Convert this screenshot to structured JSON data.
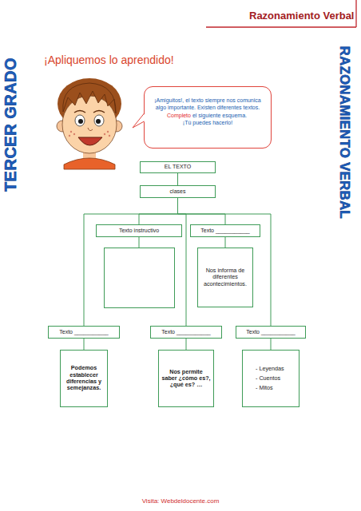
{
  "diagram": {
    "title": "¡Apliquemos lo aprendido!",
    "nodes": [
      {
        "text": [
          "¡Amiguitos!, el texto siempre nos comunica algo importante. Existen diferentes textos.",
          "Completo",
          "el siguiente esquema.",
          "¡Tú puedes hacerlo!"
        ]
      },
      {
        "text": [
          "EL TEXTO"
        ]
      },
      {
        "text": [
          "clases"
        ]
      },
      {
        "text": [
          "Texto instructivo"
        ]
      },
      {
        "text": [
          "Texto ___________"
        ]
      },
      {
        "text": [
          "Nos informa de diferentes acontecimientos."
        ]
      },
      {
        "text": [
          "Texto ___________"
        ]
      },
      {
        "text": [
          "Texto ___________"
        ]
      },
      {
        "text": [
          "Texto ___________"
        ]
      },
      {
        "text": [
          "Podemos establecer diferencias y semejanzas."
        ]
      },
      {
        "text": [
          "Nos permite saber ¿cómo es?, ¿qué es? …"
        ]
      },
      {
        "text": [
          "- Leyendas",
          "- Cuentos",
          "- Mitos"
        ]
      }
    ],
    "edges": [
      {
        "from": 1,
        "to": 2,
        "arrow": "none"
      },
      {
        "from": 2,
        "to": 3,
        "arrow": "none"
      },
      {
        "from": 2,
        "to": 4,
        "arrow": "none"
      },
      {
        "from": 2,
        "to": 6,
        "arrow": "none"
      },
      {
        "from": 2,
        "to": 7,
        "arrow": "none"
      },
      {
        "from": 2,
        "to": 8,
        "arrow": "none"
      },
      {
        "from": 4,
        "to": 5,
        "arrow": "none"
      },
      {
        "from": 6,
        "to": 9,
        "arrow": "none"
      },
      {
        "from": 7,
        "to": 10,
        "arrow": "none"
      },
      {
        "from": 8,
        "to": 11,
        "arrow": "none"
      }
    ],
    "labels": [
      "Razonamiento Verbal",
      "TERCER GRADO",
      "RAZONAMIENTO VERBAL",
      "Visita: Webdeldocente.com"
    ]
  }
}
